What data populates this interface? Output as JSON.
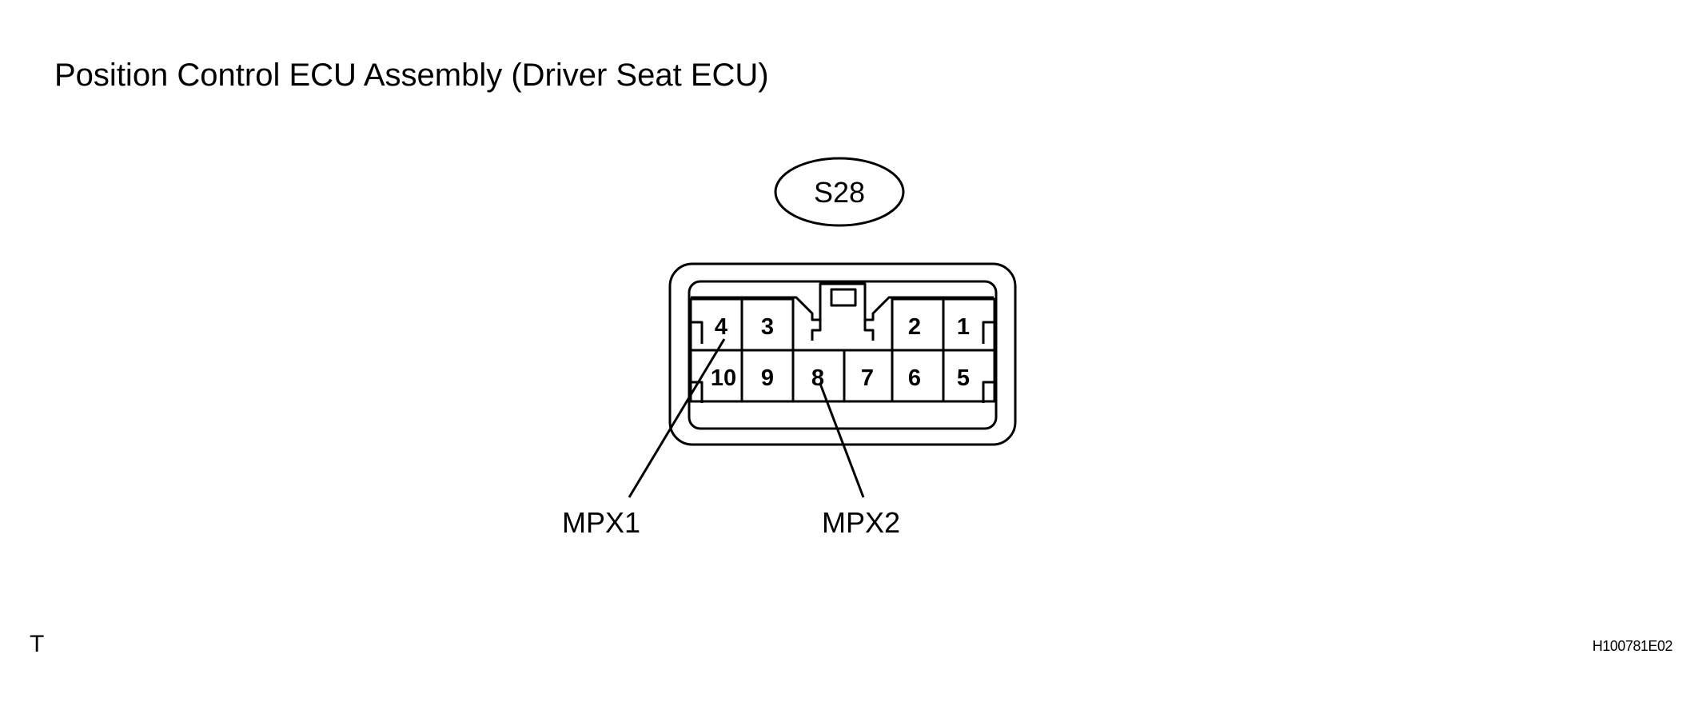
{
  "title": "Position Control ECU Assembly (Driver Seat ECU)",
  "connector": {
    "code": "S28",
    "pins_top": [
      "4",
      "3",
      "2",
      "1"
    ],
    "pins_bottom": [
      "10",
      "9",
      "8",
      "7",
      "6",
      "5"
    ]
  },
  "labels": {
    "mpx1": "MPX1",
    "mpx2": "MPX2"
  },
  "footer": {
    "left_mark": "T",
    "figure_id": "H100781E02"
  },
  "colors": {
    "line": "#000000",
    "background": "#ffffff"
  }
}
